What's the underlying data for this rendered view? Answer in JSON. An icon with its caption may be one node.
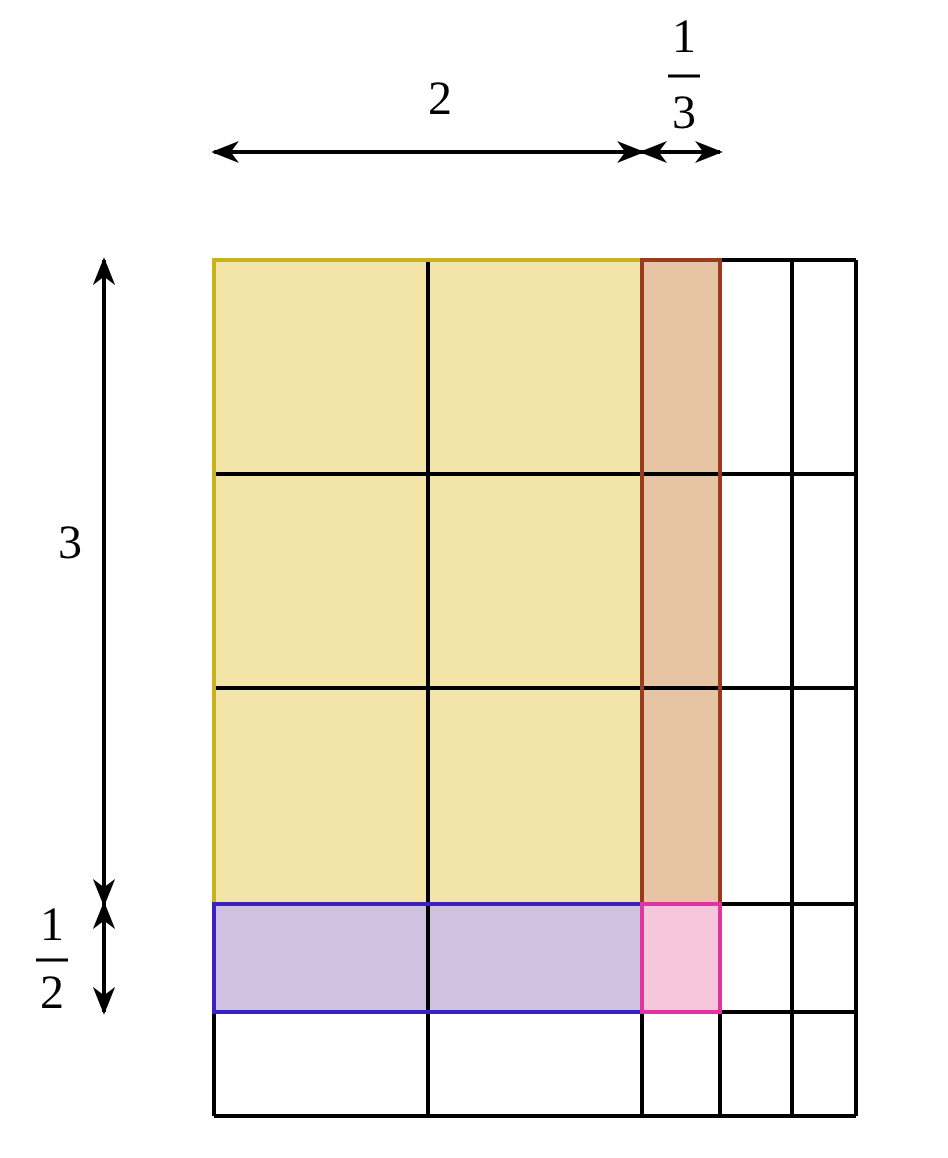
{
  "diagram": {
    "labels": [
      "2",
      "1",
      "3",
      "3",
      "1",
      "2"
    ]
  }
}
